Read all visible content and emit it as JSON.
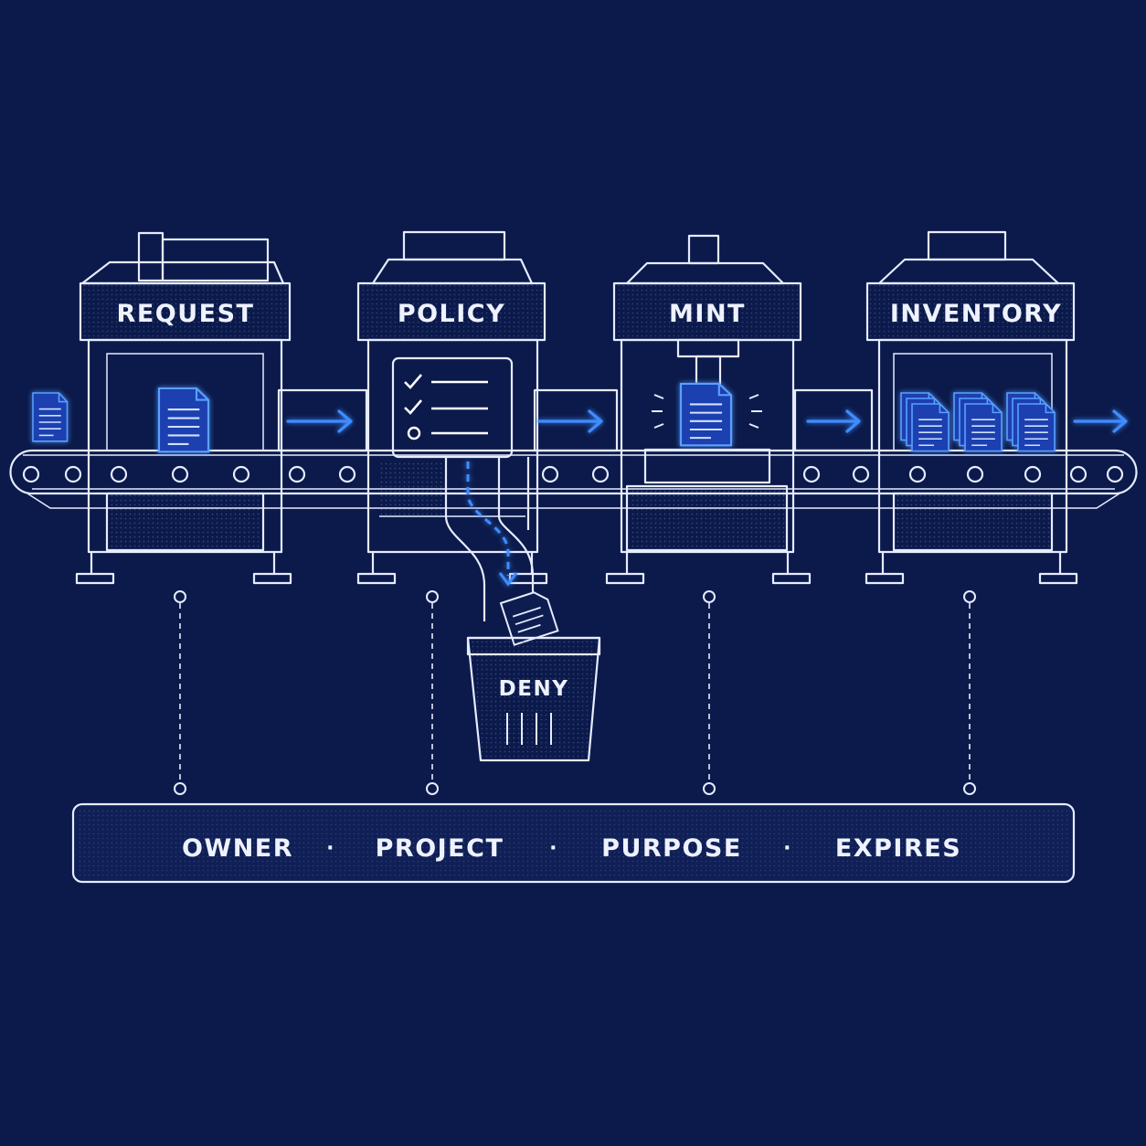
{
  "colors": {
    "background": "#0b1a4a",
    "line": "#e6ebff",
    "accent": "#3f8cff",
    "panel": "#101f55"
  },
  "stations": [
    {
      "label": "REQUEST"
    },
    {
      "label": "POLICY"
    },
    {
      "label": "MINT"
    },
    {
      "label": "INVENTORY"
    }
  ],
  "reject_bin": {
    "label": "DENY"
  },
  "metadata_bar": {
    "fields": [
      "OWNER",
      "PROJECT",
      "PURPOSE",
      "EXPIRES"
    ],
    "separator": "·"
  },
  "icons": {
    "document": "document-icon",
    "flow_arrow": "arrow-right-icon",
    "checklist": "checklist-icon",
    "connector": "connector-node-icon"
  }
}
